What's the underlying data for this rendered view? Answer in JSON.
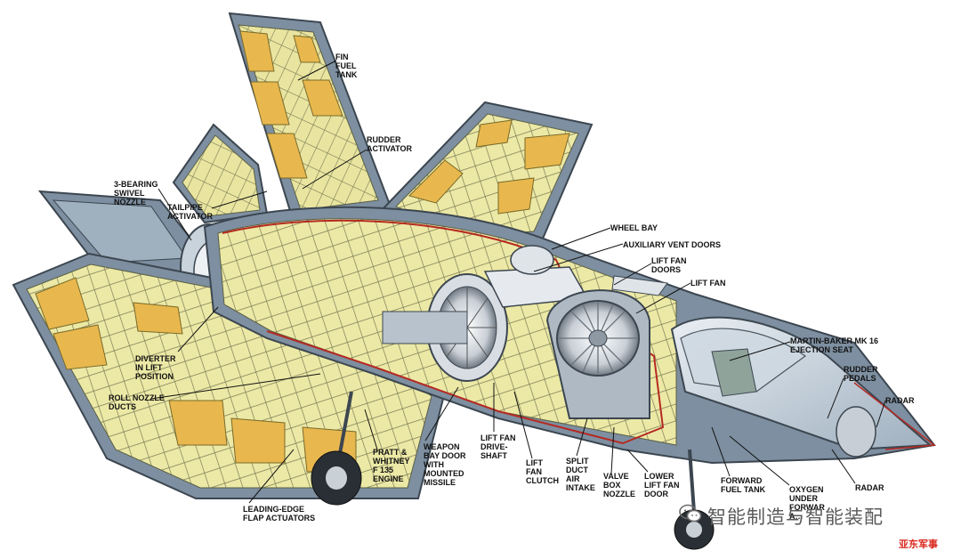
{
  "labels": {
    "fin_fuel_tank": "FIN\nFUEL\nTANK",
    "rudder_activator": "RUDDER\nACTIVATOR",
    "bearing_swivel_nozzle": "3-BEARING\nSWIVEL\nNOZZLE",
    "tailpipe_activator": "TAILPIPE\nACTIVATOR",
    "wheel_bay": "WHEEL BAY",
    "auxiliary_vent_doors": "AUXILIARY VENT DOORS",
    "lift_fan_doors": "LIFT FAN\nDOORS",
    "lift_fan": "LIFT FAN",
    "ejection_seat": "MARTIN-BAKER MK 16\nEJECTION SEAT",
    "rudder_pedals": "RUDDER\nPEDALS",
    "radar_top": "RADAR",
    "radar_bottom": "RADAR",
    "diverter": "DIVERTER\nIN LIFT\nPOSITION",
    "roll_nozzle_ducts": "ROLL NOZZLE\nDUCTS",
    "engine": "PRATT &\nWHITNEY\nF 135\nENGINE",
    "weapon_bay_door": "WEAPON\nBAY DOOR\nWITH\nMOUNTED\nMISSILE",
    "lift_fan_drive_shaft": "LIFT FAN\nDRIVE-\nSHAFT",
    "lift_fan_clutch": "LIFT\nFAN\nCLUTCH",
    "split_duct_air_intake": "SPLIT\nDUCT\nAIR\nINTAKE",
    "valve_box_nozzle": "VALVE\nBOX\nNOZZLE",
    "lower_lift_fan_door": "LOWER\nLIFT FAN\nDOOR",
    "forward_fuel_tank": "FORWARD\nFUEL TANK",
    "oxygen_under_forward": "OXYGEN\nUNDER\nFORWAR\nA…",
    "leading_edge_flap_actuators": "LEADING-EDGE\nFLAP ACTUATORS"
  },
  "watermark": {
    "text": "智能制造与智能装配",
    "icon": "wechat-icon",
    "logo_text": "亚东军事"
  },
  "colors": {
    "skin": "#7d8fa0",
    "skin_light": "#b9c6d1",
    "structure": "#ece9a6",
    "fuel": "#e8b84e",
    "accent_red": "#b52a22",
    "outline": "#3c4650"
  }
}
